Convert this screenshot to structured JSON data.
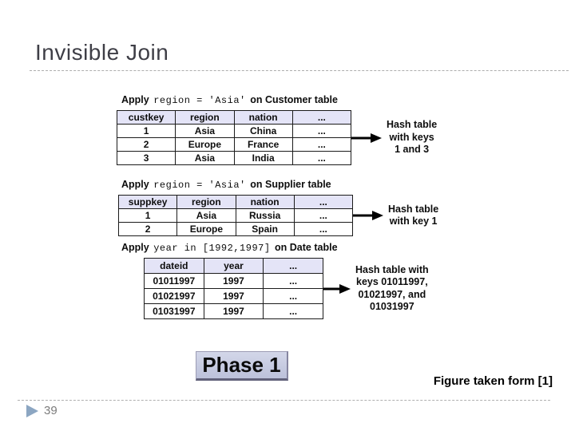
{
  "slide": {
    "title": "Invisible Join",
    "phase_label": "Phase 1",
    "attribution": "Figure taken form [1]",
    "page_number": "39"
  },
  "figure": {
    "panels": [
      {
        "caption": {
          "apply": "Apply",
          "predicate": "region = 'Asia'",
          "target": "on Customer table"
        },
        "table": {
          "headers": [
            "custkey",
            "region",
            "nation",
            "..."
          ],
          "rows": [
            [
              "1",
              "Asia",
              "China",
              "..."
            ],
            [
              "2",
              "Europe",
              "France",
              "..."
            ],
            [
              "3",
              "Asia",
              "India",
              "..."
            ]
          ]
        },
        "hash_label_lines": [
          "Hash table",
          "with keys",
          "1 and 3"
        ]
      },
      {
        "caption": {
          "apply": "Apply",
          "predicate": "region = 'Asia'",
          "target": "on Supplier table"
        },
        "table": {
          "headers": [
            "suppkey",
            "region",
            "nation",
            "..."
          ],
          "rows": [
            [
              "1",
              "Asia",
              "Russia",
              "..."
            ],
            [
              "2",
              "Europe",
              "Spain",
              "..."
            ]
          ]
        },
        "hash_label_lines": [
          "Hash table",
          "with key 1"
        ]
      },
      {
        "caption": {
          "apply": "Apply",
          "predicate": "year in [1992,1997]",
          "target": "on Date table"
        },
        "table": {
          "headers": [
            "dateid",
            "year",
            "..."
          ],
          "rows": [
            [
              "01011997",
              "1997",
              "..."
            ],
            [
              "01021997",
              "1997",
              "..."
            ],
            [
              "01031997",
              "1997",
              "..."
            ]
          ]
        },
        "hash_label_lines": [
          "Hash table with",
          "keys 01011997,",
          "01021997, and",
          "01031997"
        ]
      }
    ]
  },
  "colors": {
    "table_header_bg": "#e4e4f7",
    "phase_box_bg": "#c8cde3",
    "bullet": "#8ca6c2",
    "title_text": "#3e3e46",
    "arrow": "#000000"
  }
}
